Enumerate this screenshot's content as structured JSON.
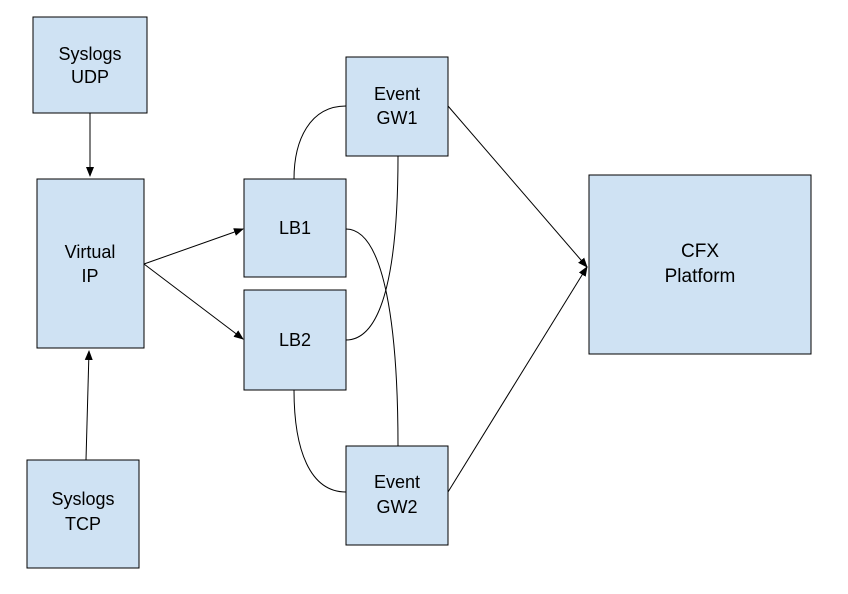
{
  "colors": {
    "node_fill": "#cfe2f3",
    "node_stroke": "#000000",
    "edge": "#000000"
  },
  "nodes": {
    "syslogs_udp": {
      "line1": "Syslogs",
      "line2": "UDP"
    },
    "virtual_ip": {
      "line1": "Virtual",
      "line2": "IP"
    },
    "syslogs_tcp": {
      "line1": "Syslogs",
      "line2": "TCP"
    },
    "lb1": {
      "label": "LB1"
    },
    "lb2": {
      "label": "LB2"
    },
    "event_gw1": {
      "line1": "Event",
      "line2": "GW1"
    },
    "event_gw2": {
      "line1": "Event",
      "line2": "GW2"
    },
    "cfx_platform": {
      "line1": "CFX",
      "line2": "Platform"
    }
  },
  "edges": [
    {
      "from": "syslogs_udp",
      "to": "virtual_ip",
      "style": "arrow"
    },
    {
      "from": "syslogs_tcp",
      "to": "virtual_ip",
      "style": "arrow"
    },
    {
      "from": "virtual_ip",
      "to": "lb1",
      "style": "arrow"
    },
    {
      "from": "virtual_ip",
      "to": "lb2",
      "style": "arrow"
    },
    {
      "from": "lb1",
      "to": "event_gw1",
      "style": "curve"
    },
    {
      "from": "lb1",
      "to": "event_gw2",
      "style": "curve"
    },
    {
      "from": "lb2",
      "to": "event_gw1",
      "style": "curve"
    },
    {
      "from": "lb2",
      "to": "event_gw2",
      "style": "curve"
    },
    {
      "from": "event_gw1",
      "to": "cfx_platform",
      "style": "arrow"
    },
    {
      "from": "event_gw2",
      "to": "cfx_platform",
      "style": "arrow"
    }
  ]
}
